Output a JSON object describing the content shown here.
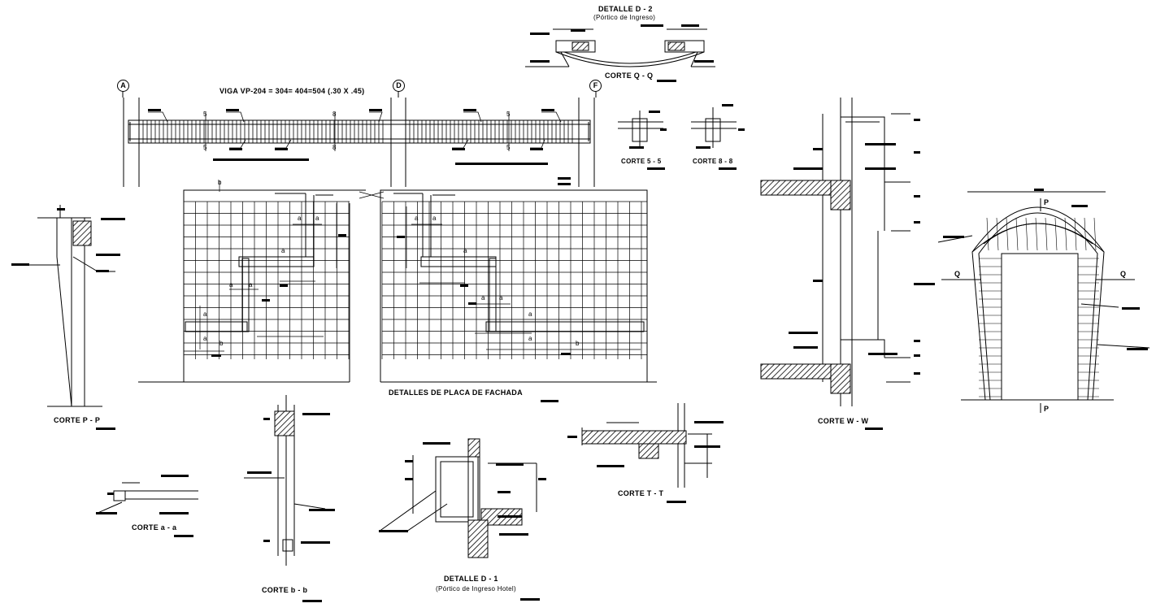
{
  "drawing": {
    "axes": [
      "A",
      "D",
      "F"
    ],
    "beam_title": "VIGA VP-204 = 304= 404=504 (.30 X .45)",
    "section_marks": {
      "five": "5",
      "eight": "8",
      "p": "P",
      "q": "Q"
    },
    "dimension_letters": {
      "a": "a",
      "b": "b"
    },
    "detail_d2": {
      "title": "DETALLE  D - 2",
      "subtitle": "(Pórtico de Ingreso)"
    },
    "detail_d1": {
      "title": "DETALLE   D - 1",
      "subtitle": "(Pórtico de Ingreso Hotel)"
    },
    "facade_title": "DETALLES DE PLACA DE FACHADA",
    "sections": {
      "qq": "CORTE  Q - Q",
      "s55": "CORTE 5 - 5",
      "s88": "CORTE 8 - 8",
      "pp": "CORTE  P - P",
      "aa": "CORTE  a - a",
      "bb": "CORTE  b - b",
      "tt": "CORTE  T - T",
      "ww": "CORTE  W - W"
    }
  }
}
